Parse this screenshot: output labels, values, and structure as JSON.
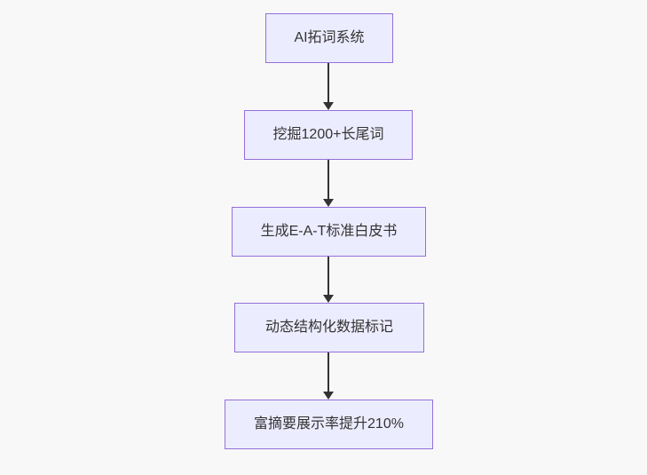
{
  "diagram": {
    "type": "flowchart-top-down",
    "nodes": [
      {
        "id": "A",
        "label": "AI拓词系统"
      },
      {
        "id": "B",
        "label": "挖掘1200+长尾词"
      },
      {
        "id": "C",
        "label": "生成E-A-T标准白皮书"
      },
      {
        "id": "D",
        "label": "动态结构化数据标记"
      },
      {
        "id": "E",
        "label": "富摘要展示率提升210%"
      }
    ],
    "edges": [
      {
        "from": "A",
        "to": "B",
        "style": "arrow-down"
      },
      {
        "from": "B",
        "to": "C",
        "style": "arrow-down"
      },
      {
        "from": "C",
        "to": "D",
        "style": "arrow-down"
      },
      {
        "from": "D",
        "to": "E",
        "style": "arrow-down"
      }
    ],
    "colors": {
      "bg": "#f8f8f8",
      "node-fill": "#ececff",
      "node-border": "#9370db",
      "node-text": "#333333",
      "arrow": "#333333"
    }
  }
}
